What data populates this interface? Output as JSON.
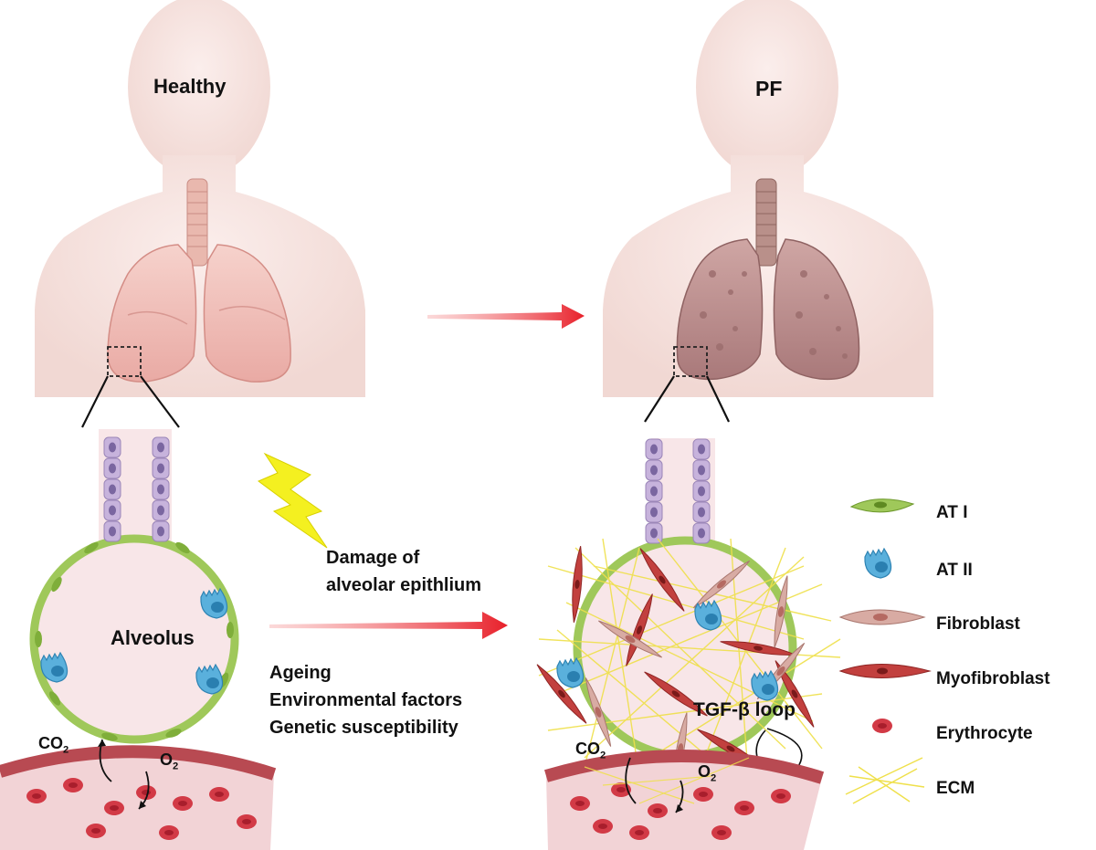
{
  "labels": {
    "healthy": "Healthy",
    "pf": "PF",
    "alveolus": "Alveolus",
    "damage_line1": "Damage of",
    "damage_line2": "alveolar epithlium",
    "factor_1": "Ageing",
    "factor_2": "Environmental factors",
    "factor_3": "Genetic susceptibility",
    "tgf_loop": "TGF-β loop",
    "co2": "CO",
    "co2_sub": "2",
    "o2": "O",
    "o2_sub": "2"
  },
  "legend": [
    {
      "label": "AT I",
      "icon": "at1-cell-icon"
    },
    {
      "label": "AT II",
      "icon": "at2-cell-icon"
    },
    {
      "label": "Fibroblast",
      "icon": "fibroblast-icon"
    },
    {
      "label": "Myofibroblast",
      "icon": "myofibroblast-icon"
    },
    {
      "label": "Erythrocyte",
      "icon": "erythrocyte-icon"
    },
    {
      "label": "ECM",
      "icon": "ecm-fiber-icon"
    }
  ],
  "colors": {
    "skin": "#f6e2de",
    "skin_edge": "#ecd0cb",
    "healthy_lung": "#f2c6c0",
    "fibrotic_lung": "#c89a98",
    "alveolus_fill": "#f8e6e8",
    "at1": "#9fc85a",
    "at2": "#5ab0dc",
    "fibroblast": "#d8aba3",
    "myofibroblast": "#c2403e",
    "erythrocyte": "#d23a46",
    "ecm": "#f0e04a",
    "airway_cell": "#c4b0d8",
    "arrow": "#e8202a",
    "lightning": "#f4f020",
    "vessel": "#b84a52"
  }
}
